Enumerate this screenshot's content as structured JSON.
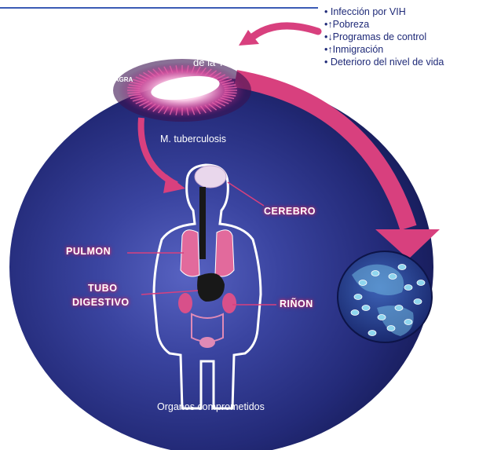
{
  "risk_factors": [
    "• Infección por VIH",
    "•↑Pobreza",
    "•↓Programas de control",
    "•↑Inmigración",
    "• Deterioro del nivel de vida"
  ],
  "top_partial_label": "de la TBC",
  "corner_partial_label": "FLAGRA",
  "bacterium_label": "M. tuberculosis",
  "organs": {
    "brain": "CEREBRO",
    "lung": "PULMON",
    "digestive_line1": "TUBO",
    "digestive_line2": "DIGESTIVO",
    "kidney": "RIÑON"
  },
  "footer_caption": "Organos comprometidos",
  "colors": {
    "circle_outer": "#151a55",
    "circle_center": "#4a55b8",
    "arrow_pink": "#d8407e",
    "label_glow": "#d0306e",
    "body_outline": "#ffffff",
    "globe_land": "#2e4a9a",
    "globe_spots": "#8fd6ee",
    "header_line": "#3b5bb5"
  }
}
